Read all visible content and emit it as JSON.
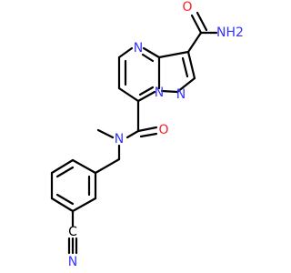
{
  "molecule": {
    "atoms": {
      "amide_nh2": "NH2",
      "amide_o_top": "O",
      "pyrimidine_n": "N",
      "bridge_n": "N",
      "pyrazole_n": "N",
      "amide_n": "N",
      "amide_o_mid": "O",
      "nitrile_c": "C",
      "nitrile_n": "N"
    }
  }
}
